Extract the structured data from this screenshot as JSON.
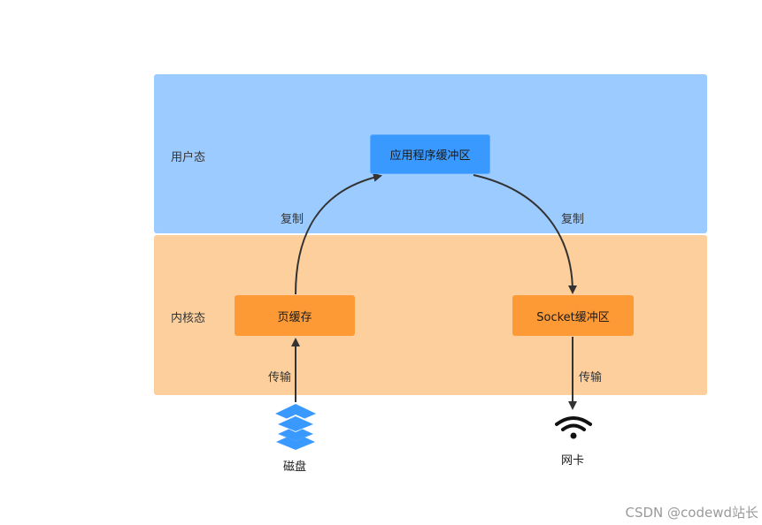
{
  "regions": {
    "user_mode": "用户态",
    "kernel_mode": "内核态"
  },
  "nodes": {
    "app_buffer": "应用程序缓冲区",
    "page_cache": "页缓存",
    "socket_buffer": "Socket缓冲区",
    "disk": "磁盘",
    "nic": "网卡"
  },
  "edges": {
    "copy_left": "复制",
    "copy_right": "复制",
    "transfer_left": "传输",
    "transfer_right": "传输"
  },
  "icons": {
    "disk": "stacked-layers-icon",
    "nic": "wifi-icon"
  },
  "colors": {
    "user_region": "#9ccbff",
    "kernel_region": "#fccf9c",
    "app_buffer": "#3a99ff",
    "kernel_box": "#fd9a35",
    "disk_icon": "#3a99ff",
    "arrow": "#333333"
  },
  "watermark": "CSDN @codewd站长"
}
